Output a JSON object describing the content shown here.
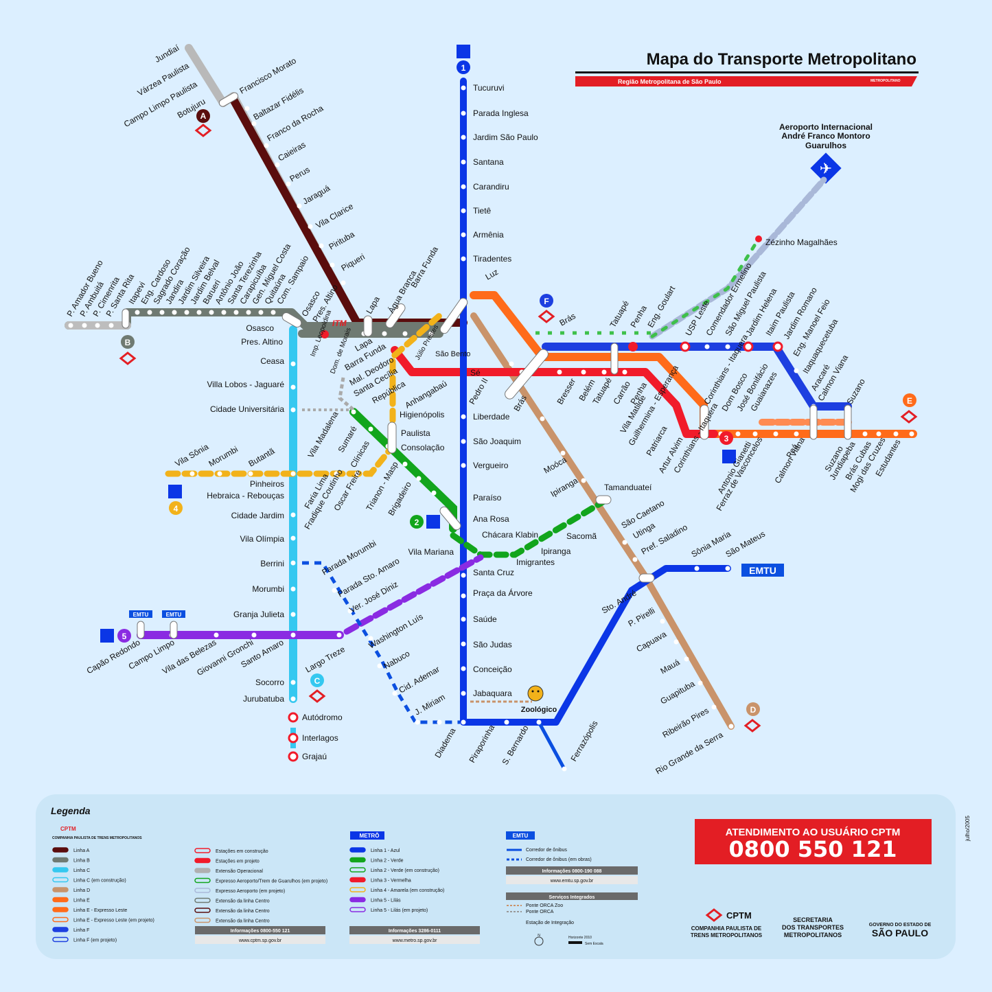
{
  "title": "Mapa do Transporte Metropolitano",
  "subtitle": "Região Metropolitana de São Paulo",
  "subtitle_tag": "METROPOLITANO",
  "airport": [
    "Aeroporto Internacional",
    "André Franco Montoro",
    "Guarulhos"
  ],
  "colors": {
    "background": "#dcefff",
    "lineA": "#5a0d0d",
    "lineB": "#6f7a72",
    "lineC": "#35c8f0",
    "lineD": "#c9936a",
    "lineE": "#ff6b1a",
    "lineF": "#1d3fe0",
    "line1": "#0b36e6",
    "line2": "#12a51c",
    "line3": "#f11b2a",
    "line4": "#f2b21a",
    "line5": "#8a2be2",
    "emtu": "#0b4fe0",
    "cptmRed": "#e31e24"
  },
  "badges": {
    "A": "A",
    "B": "B",
    "C": "C",
    "D": "D",
    "E": "E",
    "F": "F",
    "m1": "1",
    "m2": "2",
    "m3": "3",
    "m4": "4",
    "m5": "5"
  },
  "emtu_label": "EMTU",
  "itm": "ITM",
  "zoo": "Zoológico",
  "stations": {
    "a": [
      "Jundiaí",
      "Várzea Paulista",
      "Campo Limpo Paulista",
      "Botujuru",
      "Francisco Morato",
      "Baltazar Fidélis",
      "Franco da Rocha",
      "Caieiras",
      "Perus",
      "Jaraguá",
      "Vila Clarice",
      "Pirituba",
      "Piqueri",
      "Lapa",
      "Água Branca",
      "Barra Funda",
      "Luz"
    ],
    "b": [
      "P. Amador Bueno",
      "P. Ambuitá",
      "P. Cimenrita",
      "P. Santa Rita",
      "Itapevi",
      "Eng. Cardoso",
      "Sagrado Coração",
      "Jandira",
      "Jardim Silveira",
      "Jardim Belval",
      "Barueri",
      "Antônio João",
      "Santa Terezinha",
      "Carapicuíba",
      "Gen. Miguel Costa",
      "Quitaúna",
      "Com. Sampaio",
      "Osasco",
      "Pres. Altino",
      "Imp. Leopoldina",
      "Dom. de Morais",
      "Lapa",
      "Barra Funda",
      "Júlio Prestes"
    ],
    "c": [
      "Osasco",
      "Pres. Altino",
      "Ceasa",
      "Villa Lobos - Jaguaré",
      "Cidade Universitária",
      "Pinheiros",
      "Hebraica - Rebouças",
      "Cidade Jardim",
      "Vila Olímpia",
      "Berrini",
      "Morumbi",
      "Granja Julieta",
      "Santo Amaro",
      "Socorro",
      "Jurubatuba",
      "Autódromo",
      "Interlagos",
      "Grajaú"
    ],
    "d": [
      "Luz",
      "Brás",
      "Moóca",
      "Ipiranga",
      "Tamanduateí",
      "São Caetano",
      "Utinga",
      "Pref. Saladino",
      "Sto. André",
      "P. Pirelli",
      "Capuava",
      "Mauá",
      "Guapituba",
      "Ribeirão Pires",
      "Rio Grande da Serra"
    ],
    "e": [
      "Brás",
      "Tatuapé",
      "Penha",
      "Eng. Goulart",
      "USP Leste",
      "Comendador Ermelino",
      "São Miguel Paulista",
      "Jardim Helena",
      "Itaim Paulista",
      "Jardim Romano",
      "Eng. Manoel Feio",
      "Itaquaquecetuba",
      "Aracaré",
      "Calmon Viana",
      "Suzano",
      "Jundiapeba",
      "Brás Cubas",
      "Mogi das Cruzes",
      "Estudantes",
      "Corinthians - Itaquera",
      "Dom Bosco",
      "José Bonifácio",
      "Guaianazes",
      "Antonio Gianetti",
      "Ferraz de Vasconcelos",
      "Poá",
      "Calmon Viana",
      "Zézinho Magalhães"
    ],
    "m1": [
      "Tucuruvi",
      "Parada Inglesa",
      "Jardim São Paulo",
      "Santana",
      "Carandiru",
      "Tietê",
      "Armênia",
      "Tiradentes",
      "Luz",
      "São Bento",
      "Sé",
      "Liberdade",
      "São Joaquim",
      "Vergueiro",
      "Paraíso",
      "Ana Rosa",
      "Vila Mariana",
      "Santa Cruz",
      "Praça da Árvore",
      "Saúde",
      "São Judas",
      "Conceição",
      "Jabaquara"
    ],
    "m2": [
      "Vila Madalena",
      "Sumaré",
      "Clínicas",
      "Consolação",
      "Trianon - Masp",
      "Brigadeiro",
      "Paraíso",
      "Ana Rosa",
      "Chácara Klabin",
      "Imigrantes",
      "Ipiranga",
      "Sacomã",
      "Tamanduateí"
    ],
    "m3": [
      "Barra Funda",
      "Mal. Deodoro",
      "Santa Cecília",
      "República",
      "Anhangabaú",
      "Sé",
      "Pedro II",
      "Brás",
      "Bresser",
      "Belém",
      "Tatuapé",
      "Carrão",
      "Penha",
      "Vila Matilde",
      "Guilhermina - Esperança",
      "Patriarca",
      "Artur Alvim",
      "Corinthians - Itaquera"
    ],
    "m4": [
      "Vila Sônia",
      "Morumbi",
      "Butantã",
      "Pinheiros",
      "Faria Lima",
      "Fradique Coutinho",
      "Oscar Freire",
      "Paulista",
      "Higienópolis",
      "Luz"
    ],
    "m5": [
      "Capão Redondo",
      "Campo Limpo",
      "Vila das Belezas",
      "Giovanni Gronchi",
      "Santo Amaro",
      "Largo Treze"
    ],
    "emtu": [
      "Parada Morumbi",
      "Parada Sto. Amaro",
      "Ver. José Diniz",
      "Washington Luís",
      "Nabuco",
      "Cid. Ademar",
      "J. Miriam",
      "Diadema",
      "Piraporinha",
      "S. Bernardo",
      "Ferrazópolis",
      "Sônia Maria",
      "São Mateus"
    ]
  },
  "legend": {
    "title": "Legenda",
    "cptm": "CPTM",
    "cptm_full": "COMPANHIA PAULISTA DE TRENS METROPOLITANOS",
    "col1": [
      "Linha A",
      "Linha B",
      "Linha C",
      "Linha C (em construção)",
      "Linha D",
      "Linha E",
      "Linha E - Expresso Leste",
      "Linha E - Expresso Leste (em projeto)",
      "Linha F",
      "Linha F (em projeto)"
    ],
    "col2": [
      "Estações em construção",
      "Estações em projeto",
      "Extensão Operacional",
      "Expresso Aeroporto/Trem de Guarulhos (em projeto)",
      "Expresso Aeroporto (em projeto)",
      "Extensão da linha Centro",
      "Extensão da linha Centro",
      "Extensão da linha Centro"
    ],
    "cptm_info": "Informações   0800-550 121",
    "cptm_site": "www.cptm.sp.gov.br",
    "metro_title": "METRÔ",
    "metro": [
      "Linha 1 - Azul",
      "Linha 2 - Verde",
      "Linha 2 - Verde (em construção)",
      "Linha 3 - Vermelha",
      "Linha 4 - Amarela (em construção)",
      "Linha 5 - Lilás",
      "Linha 5 - Lilás (em projeto)"
    ],
    "metro_info": "Informações   3286-0111",
    "metro_site": "www.metro.sp.gov.br",
    "emtu_title": "EMTU",
    "emtu": [
      "Corredor de ônibus",
      "Corredor de ônibus (em obras)"
    ],
    "emtu_info": "Informações   0800-190 088",
    "emtu_site": "www.emtu.sp.gov.br",
    "serv_title": "Serviços Integrados",
    "serv": [
      "Ponte ORCA  Zoo",
      "Ponte ORCA",
      "Estação de Integração"
    ],
    "horizon": "Horizonte 2010",
    "scale": "Sem Escala",
    "north": "N"
  },
  "support": {
    "title": "ATENDIMENTO AO USUÁRIO CPTM",
    "phone": "0800 550 121"
  },
  "footer": {
    "cptm": "CPTM",
    "cptm_full1": "COMPANHIA PAULISTA DE",
    "cptm_full2": "TRENS  METROPOLITANOS",
    "sec1": "SECRETARIA",
    "sec2": "DOS TRANSPORTES",
    "sec3": "METROPOLITANOS",
    "gov1": "GOVERNO DO ESTADO DE",
    "gov2": "SÃO PAULO"
  },
  "date": "julho/2005"
}
